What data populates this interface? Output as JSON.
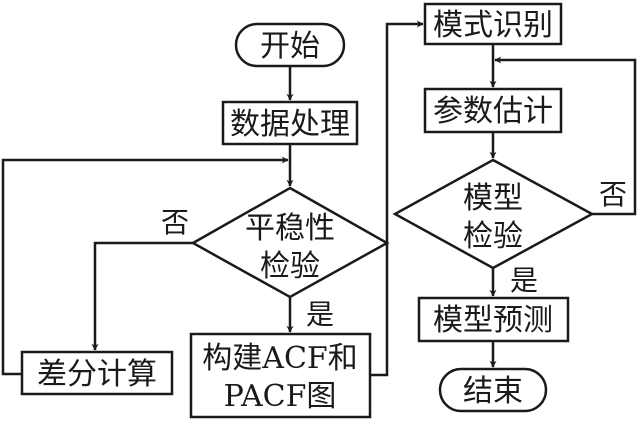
{
  "title": "ARIMA modeling flowchart",
  "nodes": {
    "start": "开始",
    "data_processing": "数据处理",
    "stationarity_test_line1": "平稳性",
    "stationarity_test_line2": "检验",
    "differencing": "差分计算",
    "build_acf_line1": "构建ACF和",
    "build_acf_line2": "PACF图",
    "model_identification": "模式识别",
    "parameter_estimation": "参数估计",
    "model_test_line1": "模型",
    "model_test_line2": "检验",
    "model_prediction": "模型预测",
    "end": "结束"
  },
  "labels": {
    "stationarity_no": "否",
    "stationarity_yes": "是",
    "model_test_no": "否",
    "model_test_yes": "是"
  },
  "colors": {
    "stroke": "#1a1a1a",
    "background": "#ffffff"
  }
}
